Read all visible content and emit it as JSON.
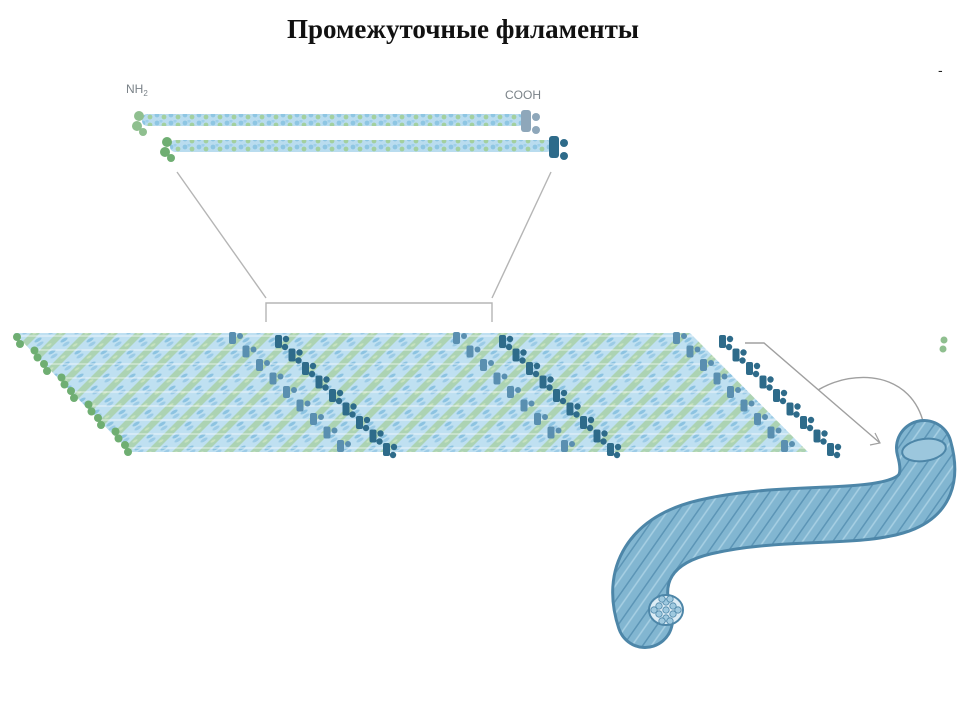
{
  "title": "Промежуточные филаменты",
  "corner_mark": "-",
  "labels": {
    "n_terminus": "NH",
    "n_terminus_sub": "2",
    "c_terminus": "COOH"
  },
  "colors": {
    "light_blue": "#a9d3ea",
    "mid_blue": "#7fb9d9",
    "green": "#8fbf8f",
    "dark_teal": "#2e6b8a",
    "steel_blue": "#5a8fb0",
    "rope_fill": "#7fb0cc",
    "rope_stroke": "#4d86a8",
    "connector": "#b5b5b5"
  },
  "icons": [
    "head-domain-icon",
    "tail-domain-icon"
  ]
}
